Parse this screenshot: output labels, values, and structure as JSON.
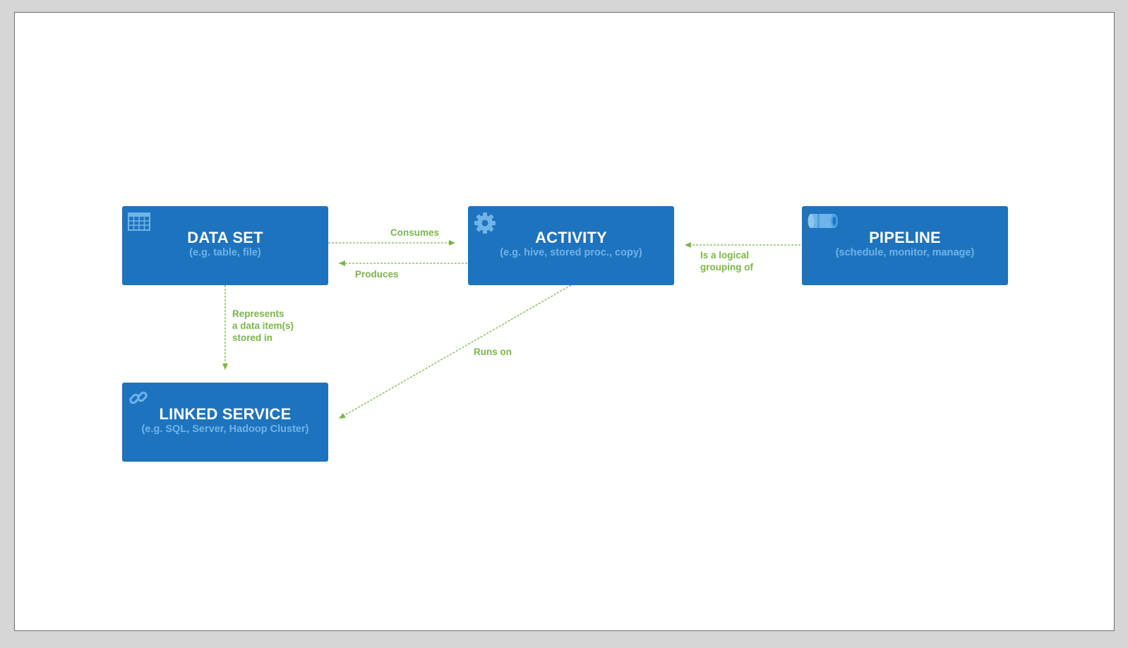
{
  "colors": {
    "node_fill": "#1e73be",
    "node_title": "#ffffff",
    "node_subtitle": "#6fb3e8",
    "edge": "#7ab648",
    "background": "#ffffff"
  },
  "nodes": {
    "dataset": {
      "title": "DATA SET",
      "subtitle": "(e.g. table, file)",
      "icon": "table-grid-icon"
    },
    "activity": {
      "title": "ACTIVITY",
      "subtitle": "(e.g. hive, stored proc., copy)",
      "icon": "gear-icon"
    },
    "pipeline": {
      "title": "PIPELINE",
      "subtitle": "(schedule, monitor, manage)",
      "icon": "pipe-icon"
    },
    "linked_service": {
      "title": "LINKED SERVICE",
      "subtitle": "(e.g. SQL, Server, Hadoop Cluster)",
      "icon": "link-chain-icon"
    }
  },
  "edges": {
    "consumes": "Consumes",
    "produces": "Produces",
    "logical_grouping": "Is a logical\ngrouping of",
    "represents": "Represents\na data item(s)\nstored in",
    "runs_on": "Runs on"
  }
}
